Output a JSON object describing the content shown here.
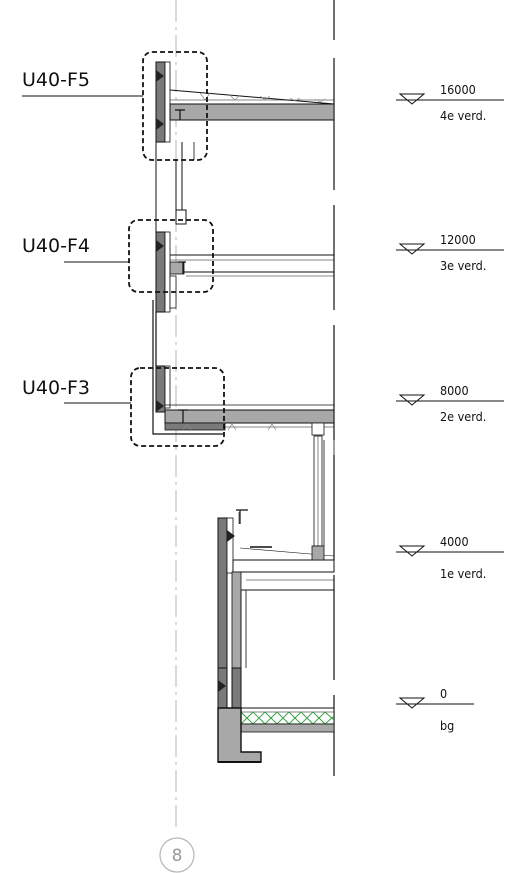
{
  "callouts": [
    {
      "label": "U40-F5"
    },
    {
      "label": "U40-F4"
    },
    {
      "label": "U40-F3"
    }
  ],
  "levels": [
    {
      "value": "16000",
      "name": "4e verd."
    },
    {
      "value": "12000",
      "name": "3e verd."
    },
    {
      "value": "8000",
      "name": "2e verd."
    },
    {
      "value": "4000",
      "name": "1e verd."
    },
    {
      "value": "0",
      "name": "bg"
    }
  ],
  "grid": {
    "label": "8"
  },
  "colors": {
    "line": "#111111",
    "wall_fill": "#7a7a7a",
    "slab_fill": "#a8a8a8",
    "insulation": "#2a9d3a",
    "grid_line": "#b5b5b5"
  }
}
